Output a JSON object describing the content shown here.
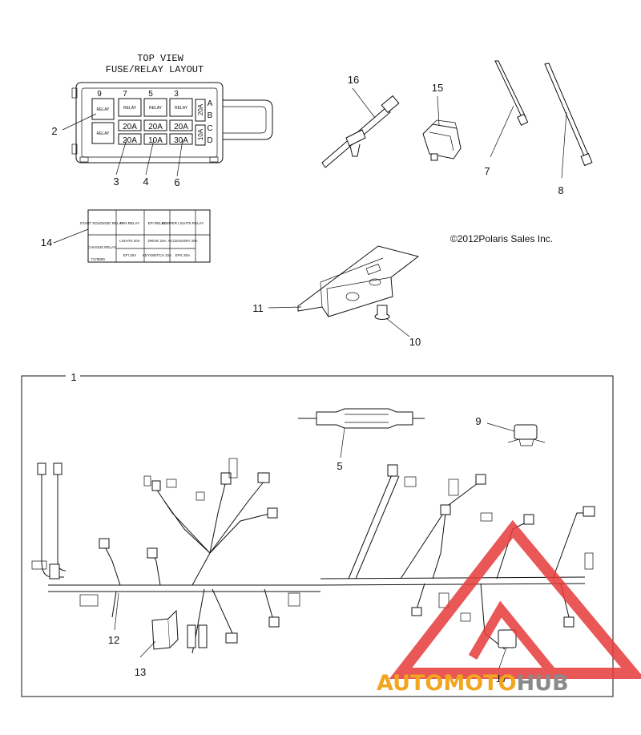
{
  "header": {
    "view_title_1": "TOP VIEW",
    "view_title_2": "FUSE/RELAY LAYOUT"
  },
  "copyright": "©2012Polaris Sales Inc.",
  "callouts": {
    "c1": "1",
    "c2": "2",
    "c3": "3",
    "c4": "4",
    "c5": "5",
    "c6": "6",
    "c7": "7",
    "c8": "8",
    "c9": "9",
    "c10": "10",
    "c11": "11",
    "c12": "12",
    "c13": "13",
    "c14": "14",
    "c15": "15",
    "c16": "16",
    "c17": "17"
  },
  "fuse_box": {
    "top_numbers": [
      "9",
      "7",
      "5",
      "3"
    ],
    "row_letters": [
      "A",
      "B",
      "C",
      "D"
    ],
    "relay_label": "RELAY",
    "fuses_row1": [
      "20A",
      "20A",
      "20A"
    ],
    "fuses_row2": [
      "20A",
      "10A",
      "30A"
    ],
    "side_fuse_1": "20A",
    "side_fuse_2": "10A"
  },
  "decal": {
    "start_solenoid": "START SOLENOID RELAY",
    "fan_relay": "FAN RELAY",
    "efi_relay": "EFI RELAY",
    "bumper_lights_relay": "BUMPER LIGHTS RELAY",
    "chassis_relay": "CHASSIS RELAY",
    "lights": "LIGHTS 20A",
    "drive": "DRIVE 20A",
    "accessory": "ACCESSORY 20A",
    "efi_fuse": "EFI 20A",
    "keyswitch": "KEYSWITCH 10A",
    "eps": "EPS 30A",
    "part_no": "7175800"
  },
  "watermark": {
    "part_a": "AUTOMOTO",
    "part_b": "HUB",
    "color_red": "#e63a3a",
    "color_orange": "#f2a51e",
    "color_gray": "#8a8a8a"
  }
}
